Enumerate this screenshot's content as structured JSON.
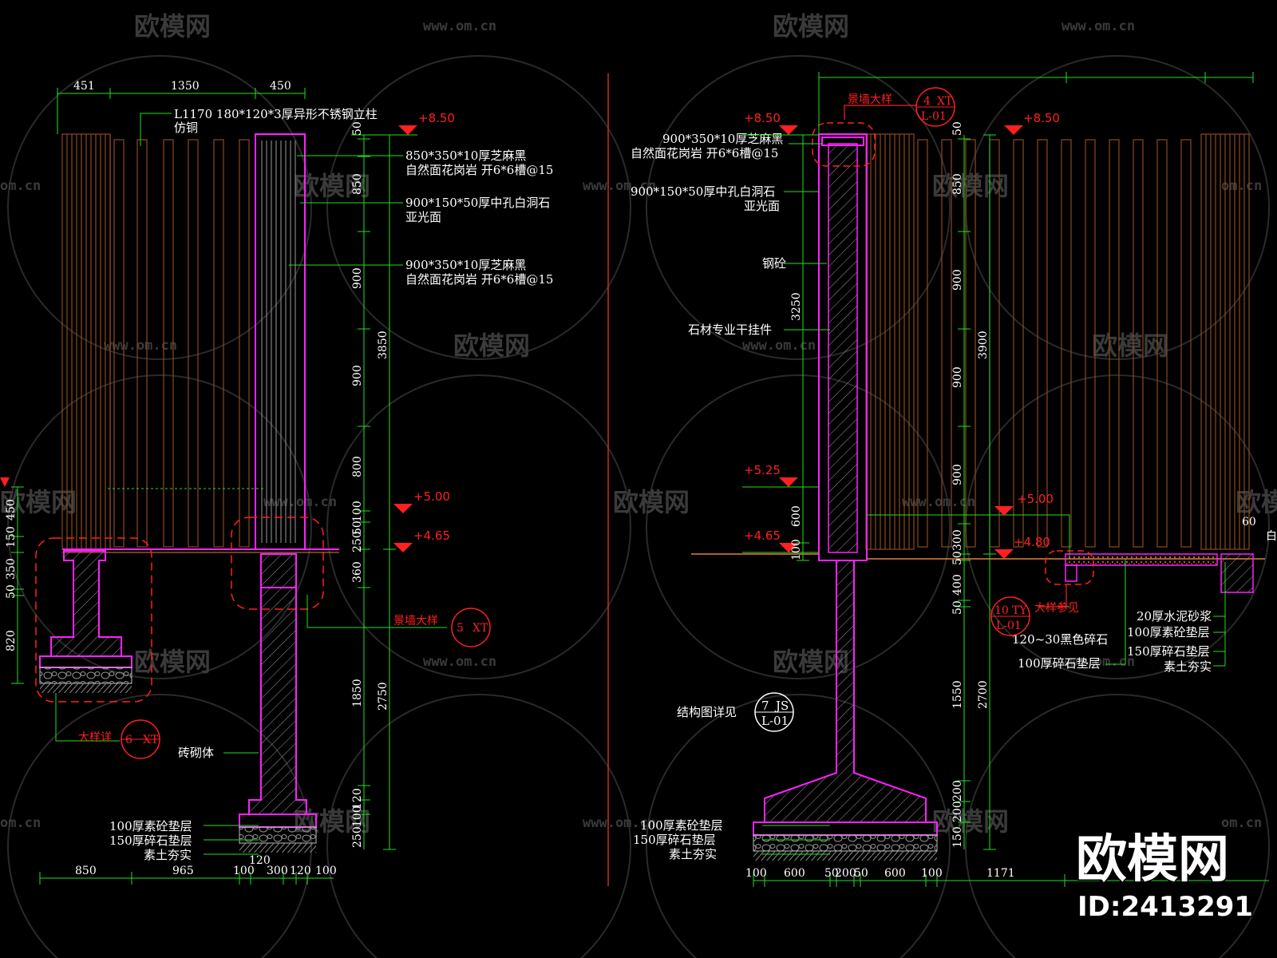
{
  "watermark": {
    "brand": "欧模网",
    "url": "www.om.cn",
    "url_short": "om.cn"
  },
  "badge": {
    "brand": "欧模网",
    "id": "ID:2413291"
  },
  "left": {
    "top_dims": [
      "451",
      "1350",
      "450"
    ],
    "notes": {
      "post": [
        "L1170  180*120*3厚异形不锈钢立柱",
        "仿铜"
      ],
      "n1": [
        "850*350*10厚芝麻黑",
        "自然面花岗岩 开6*6槽@15"
      ],
      "n2": [
        "900*150*50厚中孔白洞石",
        "亚光面"
      ],
      "n3": [
        "900*350*10厚芝麻黑",
        "自然面花岗岩 开6*6槽@15"
      ],
      "brick": "砖砌体",
      "l1": "100厚素砼垫层",
      "l2": "150厚碎石垫层",
      "l3": "素土夯实"
    },
    "levels": [
      "+8.50",
      "+5.00",
      "+4.65"
    ],
    "vdims": [
      "50",
      "850",
      "900",
      "900",
      "800",
      "100",
      "50",
      "250",
      "360",
      "1850",
      "120",
      "100",
      "250"
    ],
    "overall": [
      "3850",
      "2750"
    ],
    "left_dims": [
      "450",
      "150",
      "350",
      "50",
      "820"
    ],
    "bottom_dims": [
      "850",
      "965",
      "100",
      "300",
      "120",
      "100",
      "120"
    ],
    "callout_detail": {
      "label": "大样详",
      "num": "6",
      "ref": "XT"
    },
    "callout_wall": {
      "label": "景墙大样",
      "num": "5",
      "ref": "XT"
    }
  },
  "right": {
    "notes": {
      "n1": [
        "900*350*10厚芝麻黑",
        "自然面花岗岩 开6*6槽@15"
      ],
      "n2": [
        "900*150*50厚中孔白洞石",
        "亚光面"
      ],
      "steel": "钢砼",
      "anchor": "石材专业干挂件",
      "struct": "结构图详见",
      "l1": "100厚素砼垫层",
      "l2": "150厚碎石垫层",
      "l3": "素土夯实",
      "p1": "20厚水泥砂浆",
      "p2": "100厚素砼垫层",
      "p3": "150厚碎石垫层",
      "p4": "素土夯实",
      "p5": "120~30黑色碎石",
      "p6": "100厚碎石垫层"
    },
    "levels": [
      "+8.50",
      "+5.25",
      "+4.65",
      "+8.50",
      "+5.00",
      "+4.80"
    ],
    "vdims": [
      "3250",
      "600",
      "100",
      "50",
      "850",
      "900",
      "900",
      "900",
      "300",
      "50",
      "400",
      "50",
      "1550",
      "200",
      "200",
      "150"
    ],
    "overall": [
      "3900",
      "2700"
    ],
    "bottom_dims": [
      "100",
      "600",
      "50",
      "200",
      "50",
      "600",
      "100",
      "1171"
    ],
    "callout_wall": {
      "label": "景墙大样",
      "num": "4",
      "ref": "XT",
      "sheet": "L-01"
    },
    "callout_detail": {
      "label": "大样参见",
      "num": "10",
      "ref": "TY",
      "sheet": "L-01"
    },
    "callout_struct": {
      "num": "7",
      "ref": "JS",
      "sheet": "L-01"
    },
    "edge_dims": [
      "60",
      "白"
    ]
  }
}
